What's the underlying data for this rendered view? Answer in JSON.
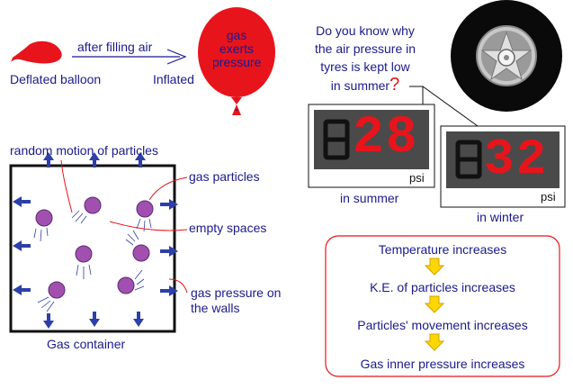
{
  "balloon": {
    "deflated_label": "Deflated balloon",
    "arrow_label": "after filling air",
    "inflated_label": "Inflated",
    "balloon_text": [
      "gas",
      "exerts",
      "pressure"
    ]
  },
  "tyre": {
    "question_lines": [
      "Do you know why",
      "the air pressure in",
      "tyres is kept low",
      "in summer"
    ],
    "question_mark": "?",
    "summer": {
      "reading": "28",
      "unit": "psi",
      "label": "in summer"
    },
    "winter": {
      "reading": "32",
      "unit": "psi",
      "label": "in winter"
    }
  },
  "container": {
    "random_motion_label": "random motion of particles",
    "gas_particles_label": "gas particles",
    "empty_spaces_label": "empty spaces",
    "gas_pressure_label_line1": "gas pressure on",
    "gas_pressure_label_line2": "the walls",
    "caption": "Gas container"
  },
  "flow": {
    "steps": [
      "Temperature increases",
      "K.E. of particles increases",
      "Particles' movement increases",
      "Gas inner pressure increases"
    ]
  },
  "colors": {
    "text": "#1a1a8c",
    "red": "#e8141c",
    "particle": "#a150b0",
    "arrow": "#2d3fa8",
    "yellow_arrow": "#ffd700",
    "display_bg": "#4a4a4a"
  }
}
